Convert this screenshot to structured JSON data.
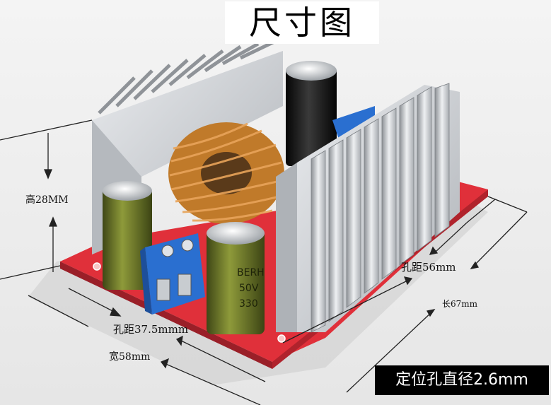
{
  "title": "尺寸图",
  "dimensions": {
    "height": "高28MM",
    "hole_spacing_long": "孔距56mm",
    "length": "长67mm",
    "hole_spacing_short": "孔距37.5mmm",
    "width": "宽58mm",
    "mounting_hole_diameter": "定位孔直径2.6mm"
  },
  "component_markings": {
    "capacitor_line_1": "BERH",
    "capacitor_line_2": "50V",
    "capacitor_line_3": "330"
  },
  "colors": {
    "pcb": "#e0303a",
    "heatsink": "#c9ccd0",
    "terminal": "#2a6fd0",
    "capacitor": "#6f7a2c",
    "coil": "#c07a2a"
  }
}
